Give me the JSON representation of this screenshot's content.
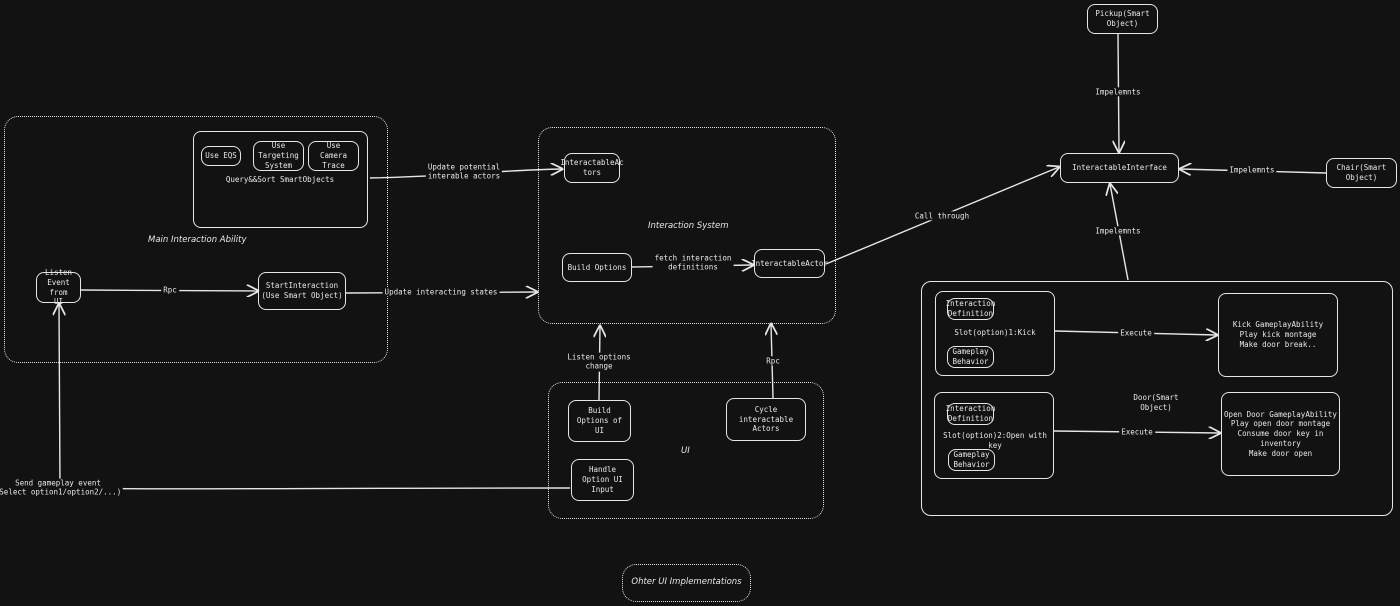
{
  "groups": {
    "main_ability": "Main Interaction Ability",
    "interaction_system": "Interaction System",
    "ui": "UI",
    "other_ui": "Ohter UI Implementations",
    "door": "Door(Smart Object)"
  },
  "nodes": {
    "use_eqs": "Use EQS",
    "use_targeting": "Use\nTargeting\nSystem",
    "use_camera": "Use Camera\nTrace",
    "query_sort": "Query&&Sort SmartObjects",
    "listen_event": "Listen\nEvent from\nUI",
    "start_interaction": "StartInteraction\n(Use Smart Object)",
    "interactable_actors": "InteractableAc\ntors",
    "build_options": "Build Options",
    "interactable_actor": "InteractableActor",
    "build_options_ui": "Build Options of\nUI",
    "cycle_actors": "Cycle interactable\nActors",
    "handle_option": "Handle Option UI\nInput",
    "pickup": "Pickup(Smart\nObject)",
    "interface": "InteractableInterface",
    "chair": "Chair(Smart\nObject)",
    "def1": "Interaction\nDefinition",
    "slot1": "Slot(option)1:Kick",
    "behavior1": "Gameplay\nBehavior",
    "kick_ability": "Kick GameplayAbility\nPlay kick montage\nMake door break..",
    "def2": "Interaction\nDefinition",
    "slot2": "Slot(option)2:Open with key",
    "behavior2": "Gameplay\nBehavior",
    "open_ability": "Open Door GameplayAbility\nPlay open door montage\nConsume door key in inventory\nMake door open"
  },
  "edges": {
    "update_potential": "Update potential\ninterable actors",
    "rpc1": "Rpc",
    "update_states": "Update interacting states",
    "fetch_defs": "fetch interaction\ndefinitions",
    "call_through": "Call through",
    "listen_options": "Listen options\nchange",
    "rpc2": "Rpc",
    "send_event": "Send gameplay event\n(Select option1/option2/...)",
    "implements_pickup": "Impelemnts",
    "implements_chair": "Impelemnts",
    "implements_door": "Impelemnts",
    "execute1": "Execute",
    "execute2": "Execute"
  }
}
